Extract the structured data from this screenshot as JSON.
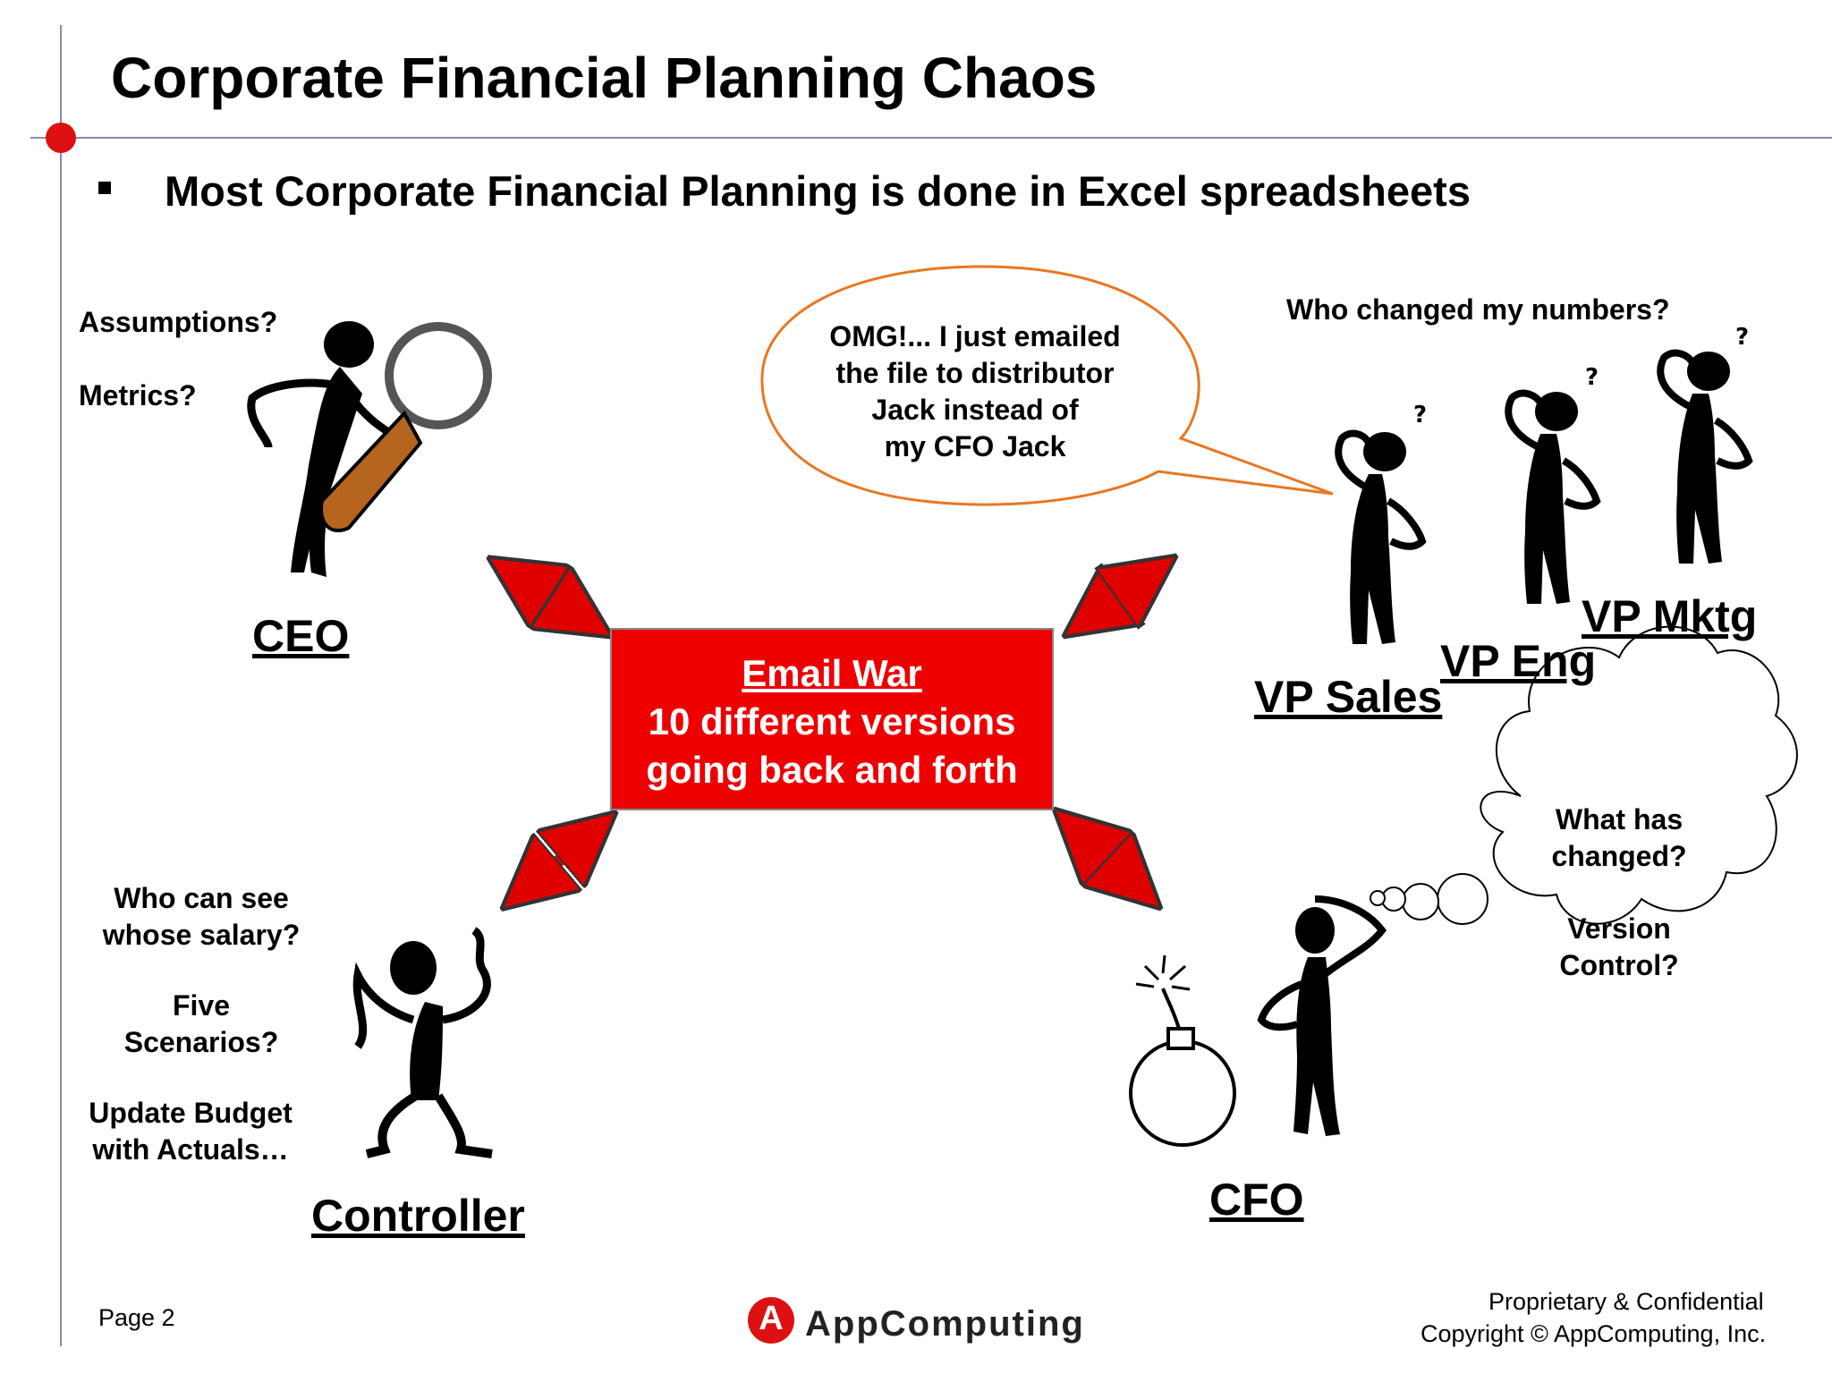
{
  "title": "Corporate Financial Planning Chaos",
  "bullet": "Most Corporate Financial Planning is done in Excel spreadsheets",
  "ceo": {
    "q1": "Assumptions?",
    "q2": "Metrics?",
    "role": "CEO"
  },
  "speech": {
    "line1": "OMG!... I just emailed",
    "line2": "the file to distributor",
    "line3": "Jack instead of",
    "line4": "my CFO Jack"
  },
  "vps": {
    "question": "Who changed my numbers?",
    "sales": "VP Sales",
    "eng": "VP Eng",
    "mktg": "VP Mktg"
  },
  "center": {
    "title": "Email War",
    "line1": "10 different versions",
    "line2": "going back and forth"
  },
  "controller": {
    "q1a": "Who can see",
    "q1b": "whose salary?",
    "q2a": "Five",
    "q2b": "Scenarios?",
    "q3a": "Update Budget",
    "q3b": "with Actuals…",
    "role": "Controller"
  },
  "cfo": {
    "t1a": "What has",
    "t1b": "changed?",
    "t2a": "Version",
    "t2b": "Control?",
    "role": "CFO"
  },
  "footer": {
    "page": "Page 2",
    "logo_letter": "A",
    "logo_text": "AppComputing",
    "prop": "Proprietary & Confidential",
    "copyright": "Copyright © AppComputing, Inc."
  },
  "colors": {
    "accent_red": "#e00000",
    "bubble_orange": "#e87722",
    "magnifier_handle": "#b5651d"
  }
}
